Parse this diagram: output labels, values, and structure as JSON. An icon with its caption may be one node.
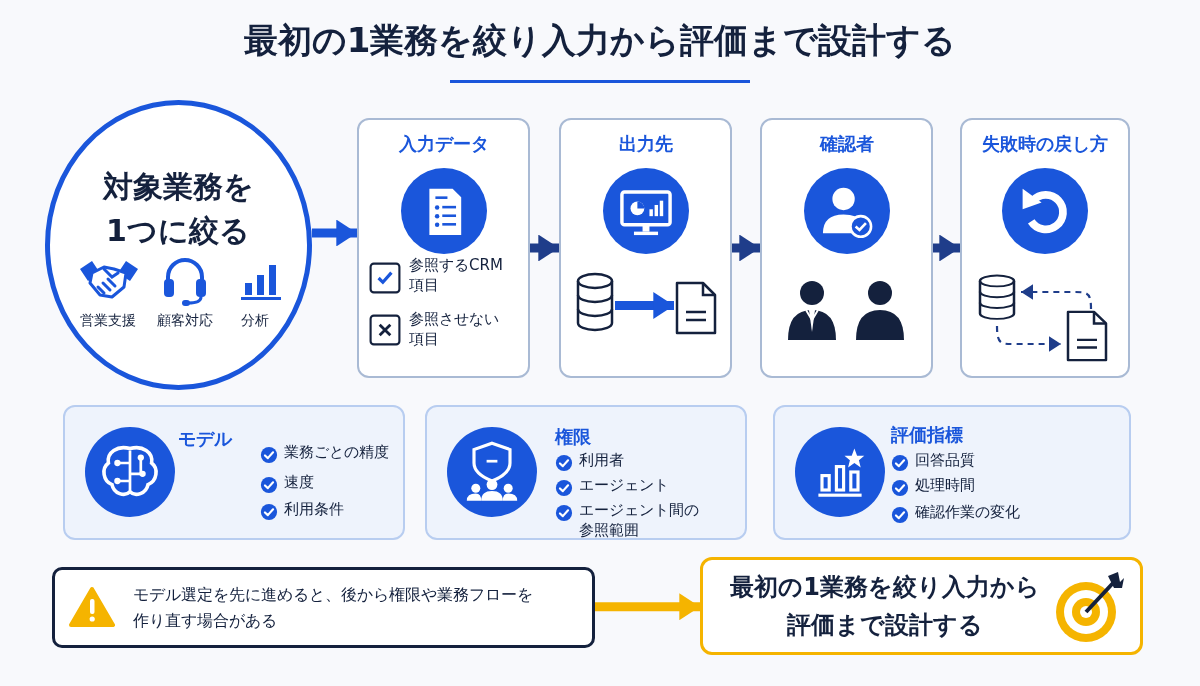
{
  "diagram": {
    "title": "最初の1業務を絞り入力から評価まで設計する",
    "nodes": [
      {
        "text": [
          "対象業務を1つに絞る",
          "営業支援",
          "顧客対応",
          "分析"
        ]
      },
      {
        "text": [
          "入力データ",
          "参照するCRM項目",
          "参照させない項目"
        ]
      },
      {
        "text": [
          "出力先"
        ]
      },
      {
        "text": [
          "確認者"
        ]
      },
      {
        "text": [
          "失敗時の戻し方"
        ]
      },
      {
        "text": [],
        "shape": "cylinder",
        "in": 2
      },
      {
        "text": [],
        "shape": "document",
        "in": 2
      },
      {
        "text": [],
        "shape": "cylinder",
        "in": 4
      },
      {
        "text": [],
        "shape": "document",
        "in": 4
      },
      {
        "text": [
          "モデル",
          "業務ごとの精度",
          "速度",
          "利用条件"
        ]
      },
      {
        "text": [
          "権限",
          "利用者",
          "エージェント",
          "エージェント間の参照範囲"
        ]
      },
      {
        "text": [
          "評価指標",
          "回答品質",
          "処理時間",
          "確認作業の変化"
        ]
      },
      {
        "text": [
          "モデル選定を先に進めると、後から権限や業務フローを作り直す場合がある"
        ]
      },
      {
        "text": [
          "最初の1業務を絞り入力から評価まで設計する"
        ]
      }
    ],
    "edges": [
      {
        "from": 0,
        "to": 1,
        "arrow": "to",
        "color": "#1a56db"
      },
      {
        "from": 1,
        "to": 2,
        "arrow": "to"
      },
      {
        "from": 2,
        "to": 3,
        "arrow": "to"
      },
      {
        "from": 3,
        "to": 4,
        "arrow": "to"
      },
      {
        "from": 5,
        "to": 6,
        "arrow": "to",
        "color": "#1a56db"
      },
      {
        "from": 8,
        "to": 7,
        "arrow": "to",
        "style": "dashed"
      },
      {
        "from": 7,
        "to": 8,
        "arrow": "to",
        "style": "dashed"
      },
      {
        "from": 12,
        "to": 13,
        "arrow": "to",
        "color": "#f5b400"
      }
    ]
  }
}
